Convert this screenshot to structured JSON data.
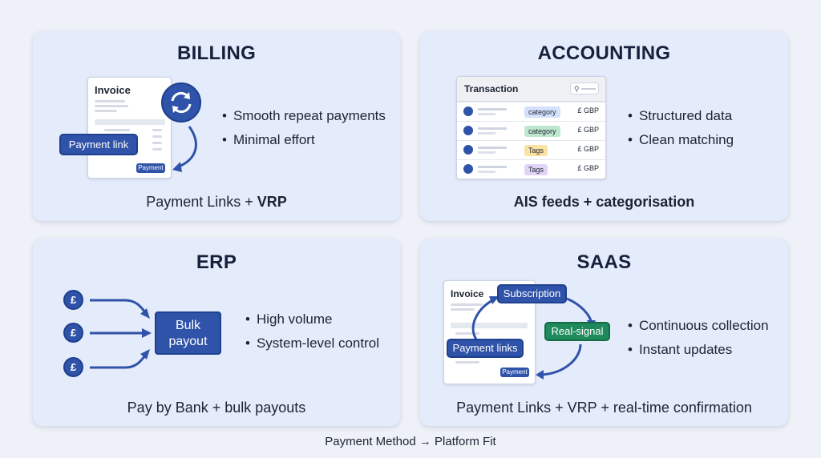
{
  "billing": {
    "title": "BILLING",
    "doc_title": "Invoice",
    "chip": "Payment link",
    "small_button": "Payment",
    "bullets": [
      "Smooth repeat payments",
      "Minimal effort"
    ],
    "caption_plain": "Payment Links + ",
    "caption_bold": "VRP"
  },
  "accounting": {
    "title": "ACCOUNTING",
    "table_title": "Transaction",
    "rows": [
      {
        "tag": "category",
        "amount": "£ GBP"
      },
      {
        "tag": "category",
        "amount": "£ GBP"
      },
      {
        "tag": "Tags",
        "amount": "£ GBP"
      },
      {
        "tag": "Tags",
        "amount": "£ GBP"
      }
    ],
    "bullets": [
      "Structured data",
      "Clean matching"
    ],
    "caption": "AIS feeds + categorisation"
  },
  "erp": {
    "title": "ERP",
    "coin_symbol": "£",
    "box_line1": "Bulk",
    "box_line2": "payout",
    "bullets": [
      "High volume",
      "System-level control"
    ],
    "caption": "Pay by Bank + bulk payouts"
  },
  "saas": {
    "title": "SAAS",
    "doc_title": "Invoice",
    "chip_subscription": "Subscription",
    "chip_real_signal": "Real-signal",
    "chip_payment_links": "Payment links",
    "small_button": "Payment",
    "bullets": [
      "Continuous collection",
      "Instant updates"
    ],
    "caption": "Payment Links + VRP + real-time confirmation"
  },
  "footer": "Payment Method → Platform Fit",
  "colors": {
    "accent_blue": "#2f53a8",
    "accent_green": "#1f8a5c",
    "card_bg": "#e4ebfb",
    "page_bg": "#eef1f7"
  }
}
